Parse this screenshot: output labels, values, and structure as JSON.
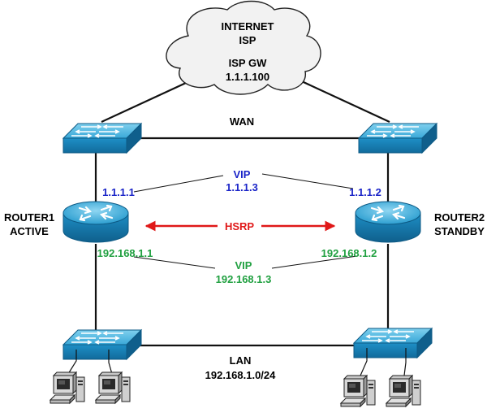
{
  "cloud": {
    "line1": "INTERNET",
    "line2": "ISP",
    "line3": "ISP GW",
    "line4": "1.1.1.100"
  },
  "wan": {
    "label": "WAN"
  },
  "lan": {
    "label": "LAN",
    "subnet": "192.168.1.0/24"
  },
  "router1": {
    "name": "ROUTER1",
    "state": "ACTIVE",
    "wan_ip": "1.1.1.1",
    "lan_ip": "192.168.1.1"
  },
  "router2": {
    "name": "ROUTER2",
    "state": "STANDBY",
    "wan_ip": "1.1.1.2",
    "lan_ip": "192.168.1.2"
  },
  "vip_wan": {
    "label": "VIP",
    "ip": "1.1.1.3"
  },
  "vip_lan": {
    "label": "VIP",
    "ip": "192.168.1.3"
  },
  "hsrp": {
    "label": "HSRP"
  },
  "colors": {
    "wan_ip": "#1a24c8",
    "lan_ip": "#20a040",
    "hsrp": "#e01818",
    "device": "#1b8fc4"
  }
}
